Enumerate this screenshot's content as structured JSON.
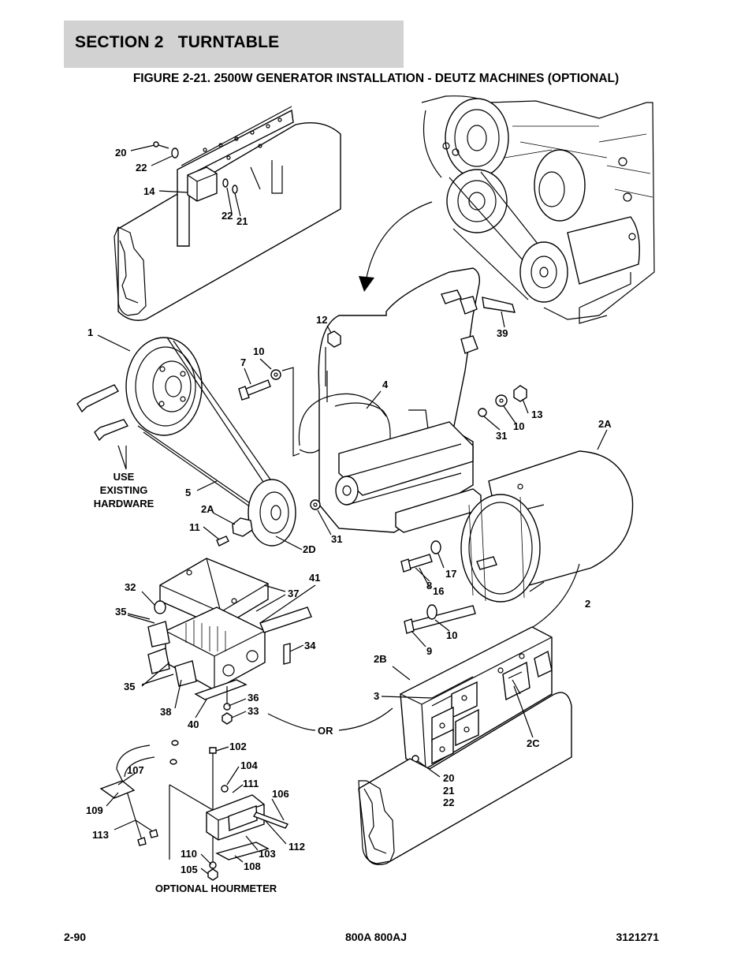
{
  "header": {
    "section": "SECTION 2   TURNTABLE",
    "figure_title": "FIGURE 2-21. 2500W GENERATOR INSTALLATION - DEUTZ MACHINES (OPTIONAL)"
  },
  "callouts": [
    {
      "id": "c-20a",
      "text": "20"
    },
    {
      "id": "c-22a",
      "text": "22"
    },
    {
      "id": "c-14",
      "text": "14"
    },
    {
      "id": "c-22b",
      "text": "22"
    },
    {
      "id": "c-21a",
      "text": "21"
    },
    {
      "id": "c-1",
      "text": "1"
    },
    {
      "id": "c-12",
      "text": "12"
    },
    {
      "id": "c-39",
      "text": "39"
    },
    {
      "id": "c-10a",
      "text": "10"
    },
    {
      "id": "c-7",
      "text": "7"
    },
    {
      "id": "c-4",
      "text": "4"
    },
    {
      "id": "c-13",
      "text": "13"
    },
    {
      "id": "c-31a",
      "text": "31"
    },
    {
      "id": "c-10b",
      "text": "10"
    },
    {
      "id": "c-2A-a",
      "text": "2A"
    },
    {
      "id": "c-5",
      "text": "5"
    },
    {
      "id": "c-2A-b",
      "text": "2A"
    },
    {
      "id": "c-11",
      "text": "11"
    },
    {
      "id": "c-2D",
      "text": "2D"
    },
    {
      "id": "c-31b",
      "text": "31"
    },
    {
      "id": "c-17",
      "text": "17"
    },
    {
      "id": "c-8",
      "text": "8"
    },
    {
      "id": "c-16",
      "text": "16"
    },
    {
      "id": "c-2",
      "text": "2"
    },
    {
      "id": "c-10c",
      "text": "10"
    },
    {
      "id": "c-9",
      "text": "9"
    },
    {
      "id": "c-41",
      "text": "41"
    },
    {
      "id": "c-32",
      "text": "32"
    },
    {
      "id": "c-37",
      "text": "37"
    },
    {
      "id": "c-35a",
      "text": "35"
    },
    {
      "id": "c-34",
      "text": "34"
    },
    {
      "id": "c-35b",
      "text": "35"
    },
    {
      "id": "c-36",
      "text": "36"
    },
    {
      "id": "c-33",
      "text": "33"
    },
    {
      "id": "c-38",
      "text": "38"
    },
    {
      "id": "c-40",
      "text": "40"
    },
    {
      "id": "c-OR",
      "text": "OR"
    },
    {
      "id": "c-2B",
      "text": "2B"
    },
    {
      "id": "c-3",
      "text": "3"
    },
    {
      "id": "c-2C",
      "text": "2C"
    },
    {
      "id": "c-20b",
      "text": "20"
    },
    {
      "id": "c-21b",
      "text": "21"
    },
    {
      "id": "c-22c",
      "text": "22"
    },
    {
      "id": "c-102",
      "text": "102"
    },
    {
      "id": "c-107",
      "text": "107"
    },
    {
      "id": "c-104",
      "text": "104"
    },
    {
      "id": "c-111",
      "text": "111"
    },
    {
      "id": "c-106",
      "text": "106"
    },
    {
      "id": "c-109",
      "text": "109"
    },
    {
      "id": "c-113",
      "text": "113"
    },
    {
      "id": "c-112",
      "text": "112"
    },
    {
      "id": "c-110",
      "text": "110"
    },
    {
      "id": "c-103",
      "text": "103"
    },
    {
      "id": "c-105",
      "text": "105"
    },
    {
      "id": "c-108",
      "text": "108"
    }
  ],
  "notes": {
    "hardware_line1": "USE",
    "hardware_line2": "EXISTING",
    "hardware_line3": "HARDWARE",
    "hourmeter": "OPTIONAL HOURMETER"
  },
  "footer": {
    "page": "2-90",
    "models": "800A 800AJ",
    "doc_number": "3121271"
  }
}
